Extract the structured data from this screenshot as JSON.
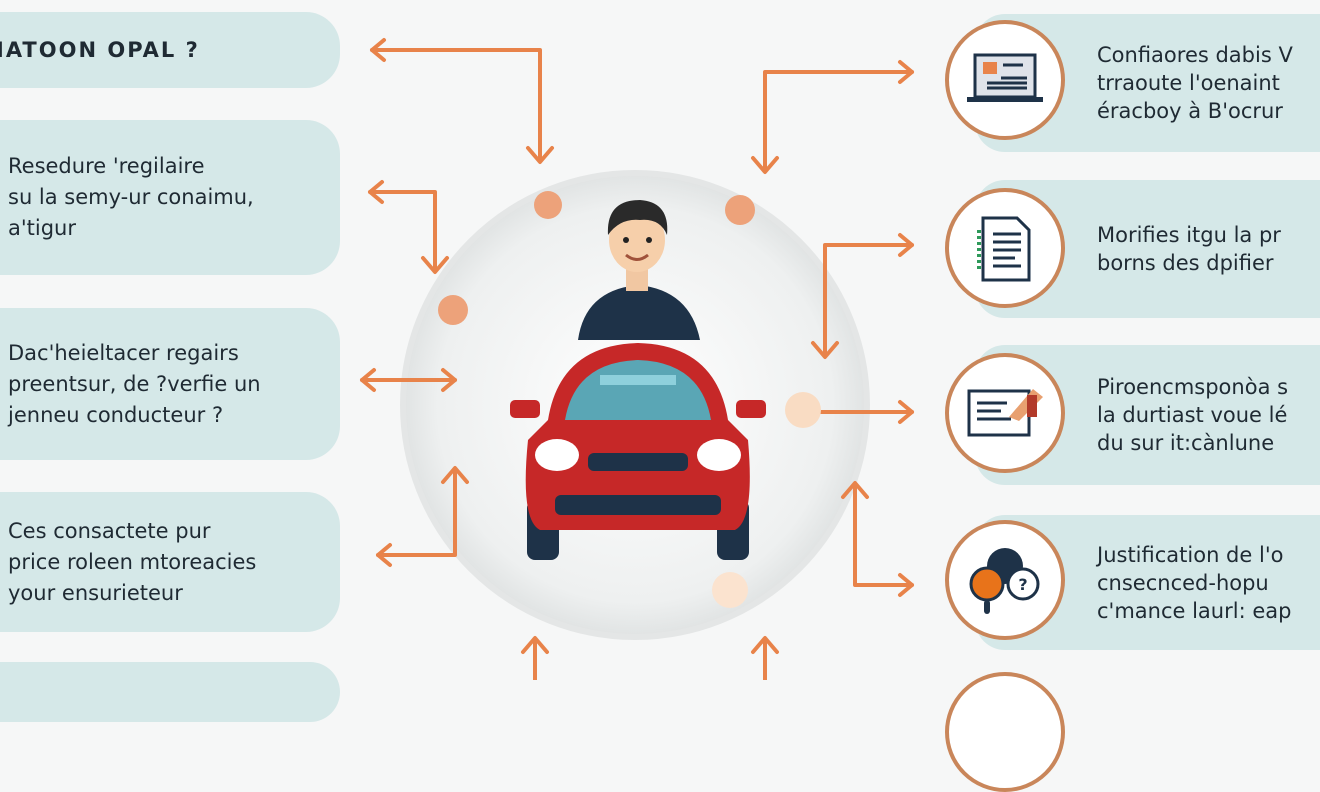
{
  "left_cards": [
    {
      "text": "IATOON OPAL ?"
    },
    {
      "text": "Resedure 'regilaire\nsu la semy-ur conaimu,\na'tigur"
    },
    {
      "text": "Dac'heieltacer regairs\npreentsur, de ?verfie un\njenneu conducteur ?"
    },
    {
      "text": "Ces consactete pur\nprice roleen mtoreacies\nyour ensurieteur"
    }
  ],
  "right_cards": [
    {
      "text": "Confiaores dabis V\ntrraoute l'oenaint\néracboy à B'ocrur",
      "icon": "laptop-icon"
    },
    {
      "text": "Morifies itgu la pr\nborns des dpifier",
      "icon": "document-icon"
    },
    {
      "text": "Piroencmsponòa s\nla durtiast voue lé\ndu sur it:cànlune",
      "icon": "signing-form-icon"
    },
    {
      "text": "Justification de l'o\ncnsecnced-hopu\nc'mance laurl: eap",
      "icon": "question-magnifier-icon"
    }
  ],
  "colors": {
    "accent": "#e8834a",
    "card": "#d5e8e8",
    "car": "#c62828",
    "ring": "#c9865a"
  }
}
